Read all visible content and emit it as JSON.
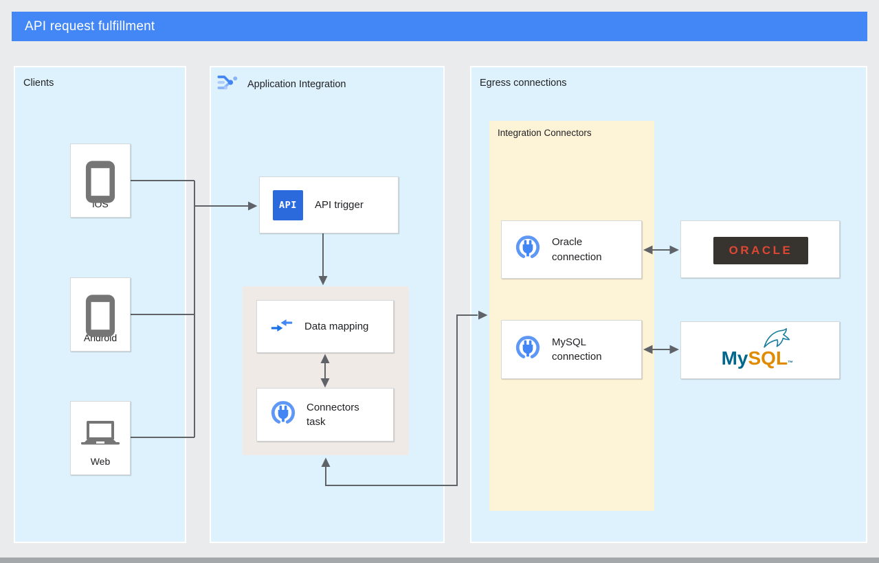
{
  "header": {
    "title": "API request fulfillment"
  },
  "panels": {
    "clients": {
      "title": "Clients",
      "devices": [
        {
          "label": "iOS"
        },
        {
          "label": "Android"
        },
        {
          "label": "Web"
        }
      ]
    },
    "integration": {
      "title": "Application Integration",
      "api_trigger": {
        "badge": "API",
        "label": "API trigger"
      },
      "data_mapping": {
        "label": "Data mapping"
      },
      "connectors_task": {
        "label": "Connectors task"
      }
    },
    "egress": {
      "title": "Egress connections",
      "connectors_group": {
        "title": "Integration Connectors",
        "connections": [
          {
            "label": "Oracle connection"
          },
          {
            "label": "MySQL connection"
          }
        ]
      },
      "targets": {
        "oracle": {
          "wordmark": "ORACLE"
        },
        "mysql": {
          "wordmark_my": "My",
          "wordmark_sql": "SQL",
          "tm": "™"
        }
      }
    }
  },
  "colors": {
    "header_blue": "#4386f5",
    "panel_blue": "#def2fd",
    "connectors_yellow": "#fdf3d7",
    "task_group_gray": "#efeae6",
    "line_gray": "#5f6368",
    "accent_blue": "#4285f4",
    "api_badge_blue": "#2a6add",
    "device_icon_gray": "#757575",
    "oracle_dark": "#37332f",
    "oracle_red": "#de4733",
    "mysql_teal": "#00678c",
    "mysql_orange": "#e08b00"
  }
}
